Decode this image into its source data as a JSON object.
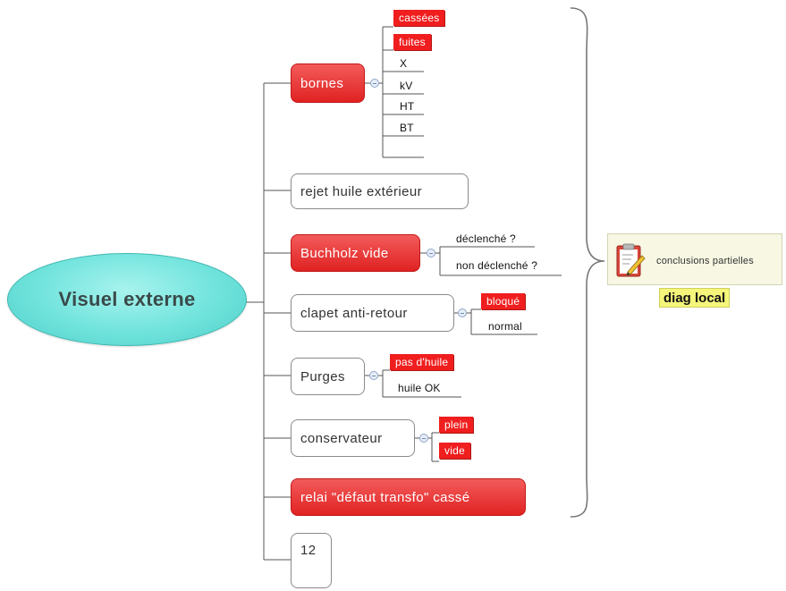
{
  "root": {
    "label": "Visuel externe",
    "color": "#6fe3dc"
  },
  "accent_red": "#e02222",
  "callout": {
    "icon": "clipboard-pencil-icon",
    "label": "conclusions partielles",
    "tag": "diag local"
  },
  "branches": [
    {
      "label": "bornes",
      "highlighted": true,
      "children": [
        {
          "label": "cassées",
          "highlighted": true
        },
        {
          "label": "fuites",
          "highlighted": true
        },
        {
          "label": "X",
          "highlighted": false
        },
        {
          "label": "kV",
          "highlighted": false
        },
        {
          "label": "HT",
          "highlighted": false
        },
        {
          "label": "BT",
          "highlighted": false
        }
      ]
    },
    {
      "label": "rejet huile extérieur",
      "highlighted": false,
      "children": []
    },
    {
      "label": "Buchholz vide",
      "highlighted": true,
      "children": [
        {
          "label": "déclenché ?",
          "highlighted": false
        },
        {
          "label": "non déclenché ?",
          "highlighted": false
        }
      ]
    },
    {
      "label": "clapet anti-retour",
      "highlighted": false,
      "children": [
        {
          "label": "bloqué",
          "highlighted": true
        },
        {
          "label": "normal",
          "highlighted": false
        }
      ]
    },
    {
      "label": "Purges",
      "highlighted": false,
      "children": [
        {
          "label": "pas d'huile",
          "highlighted": true
        },
        {
          "label": "huile OK",
          "highlighted": false
        }
      ]
    },
    {
      "label": "conservateur",
      "highlighted": false,
      "children": [
        {
          "label": "plein",
          "highlighted": true
        },
        {
          "label": "vide",
          "highlighted": true
        }
      ]
    },
    {
      "label": "relai \"défaut transfo\" cassé",
      "highlighted": true,
      "children": []
    },
    {
      "label": "12",
      "highlighted": false,
      "children": []
    }
  ]
}
